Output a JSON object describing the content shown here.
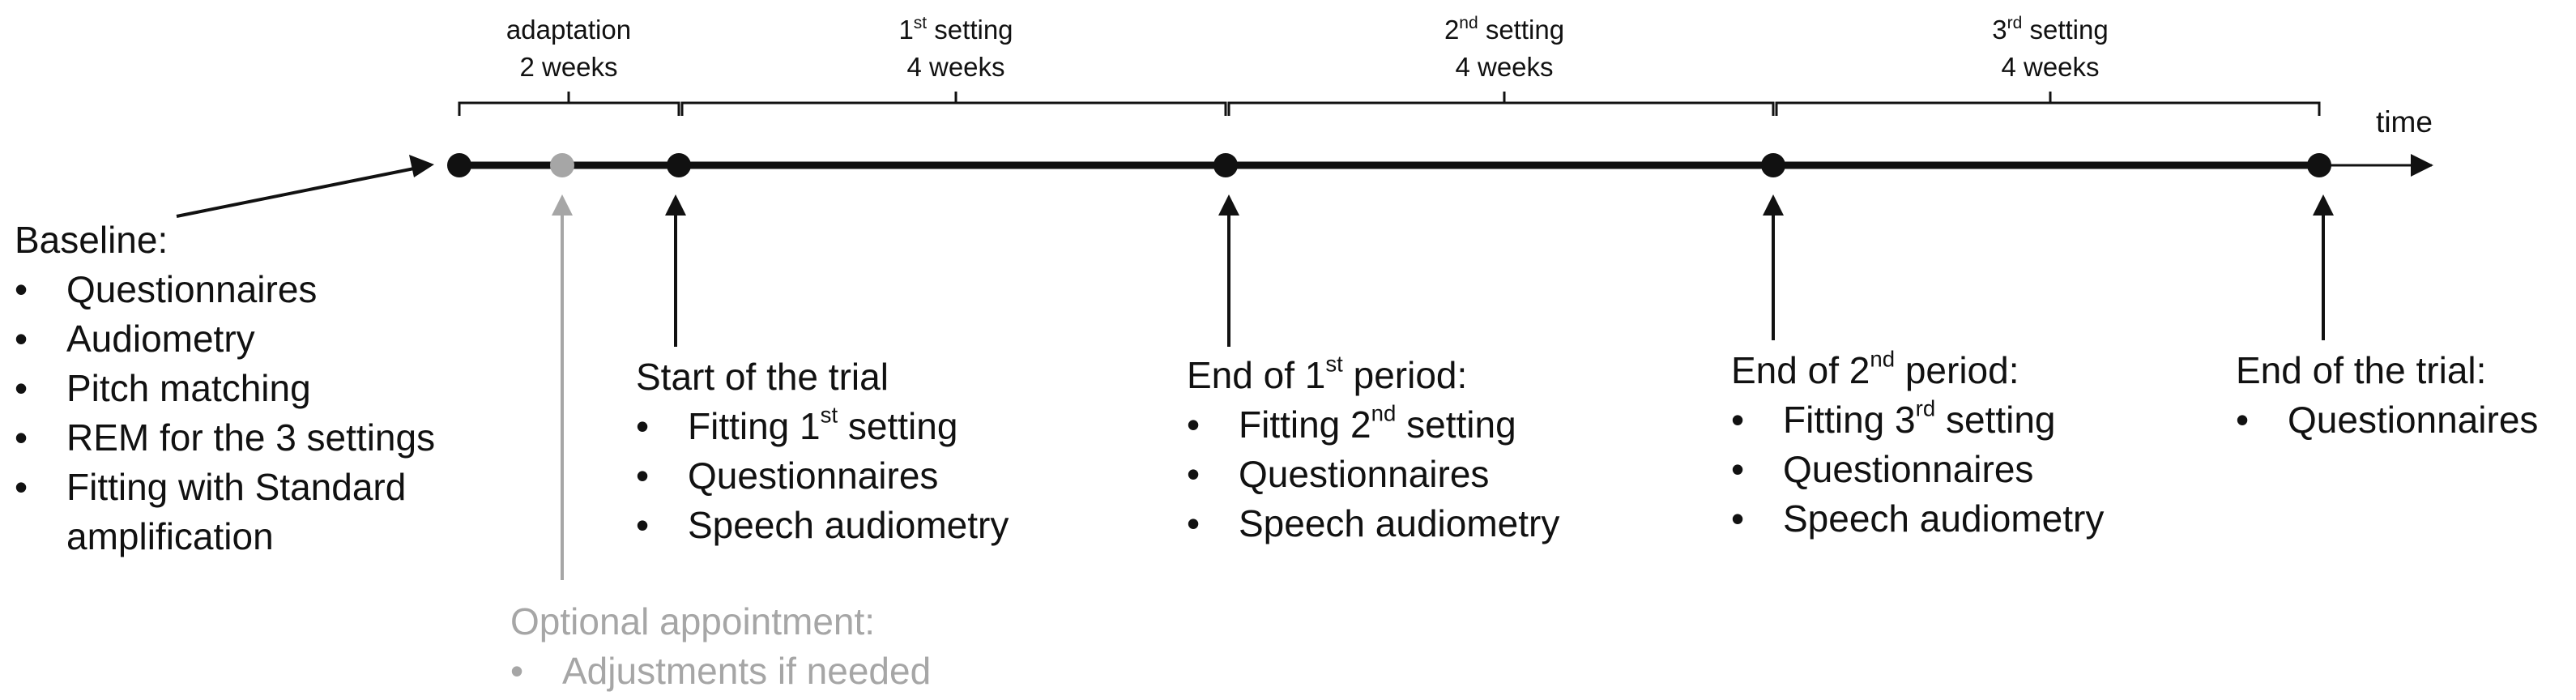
{
  "colors": {
    "ink": "#111111",
    "optional": "#a6a6a6",
    "background": "#ffffff"
  },
  "timeline": {
    "axis_label": "time",
    "periods": [
      {
        "title": "adaptation",
        "duration": "2 weeks"
      },
      {
        "title_num": "1",
        "title_sup": "st",
        "title_rest": " setting",
        "duration": "4 weeks"
      },
      {
        "title_num": "2",
        "title_sup": "nd",
        "title_rest": " setting",
        "duration": "4 weeks"
      },
      {
        "title_num": "3",
        "title_sup": "rd",
        "title_rest": " setting",
        "duration": "4 weeks"
      }
    ]
  },
  "events": {
    "baseline": {
      "heading": "Baseline:",
      "items": [
        "Questionnaires",
        "Audiometry",
        "Pitch matching",
        "REM for the 3 settings",
        "Fitting with Standard",
        "amplification"
      ]
    },
    "optional": {
      "heading": "Optional appointment:",
      "items": [
        "Adjustments if needed"
      ]
    },
    "start": {
      "heading": "Start of the trial",
      "item1_num": "Fitting 1",
      "item1_sup": "st",
      "item1_rest": " setting",
      "items": [
        "Questionnaires",
        "Speech audiometry"
      ]
    },
    "end1": {
      "heading_num": "End of 1",
      "heading_sup": "st",
      "heading_rest": " period:",
      "item1_num": "Fitting 2",
      "item1_sup": "nd",
      "item1_rest": " setting",
      "items": [
        "Questionnaires",
        "Speech audiometry"
      ]
    },
    "end2": {
      "heading_num": "End of 2",
      "heading_sup": "nd",
      "heading_rest": " period:",
      "item1_num": "Fitting 3",
      "item1_sup": "rd",
      "item1_rest": " setting",
      "items": [
        "Questionnaires",
        "Speech audiometry"
      ]
    },
    "end": {
      "heading": "End of the trial:",
      "items": [
        "Questionnaires"
      ]
    }
  }
}
